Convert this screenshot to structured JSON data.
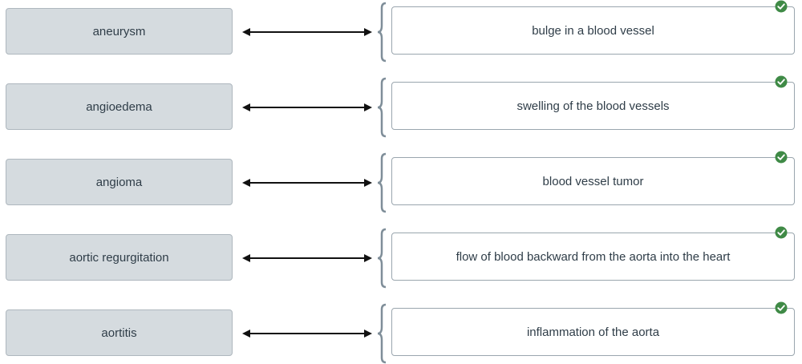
{
  "pairs": [
    {
      "term": "aneurysm",
      "definition": "bulge in a blood vessel",
      "status": "correct"
    },
    {
      "term": "angioedema",
      "definition": "swelling of the blood vessels",
      "status": "correct"
    },
    {
      "term": "angioma",
      "definition": "blood vessel tumor",
      "status": "correct"
    },
    {
      "term": "aortic regurgitation",
      "definition": "flow of blood backward from the aorta into the heart",
      "status": "correct"
    },
    {
      "term": "aortitis",
      "definition": "inflammation of the aorta",
      "status": "correct"
    }
  ],
  "colors": {
    "term_bg": "#d5dbdf",
    "definition_border": "#9aa6ae",
    "bracket": "#7f8e99",
    "check_green": "#3f8a46",
    "text": "#2f3d48"
  },
  "icons": {
    "connector": "double-arrow-icon",
    "bracket": "bracket-icon",
    "status": "checkmark-circle-icon"
  }
}
